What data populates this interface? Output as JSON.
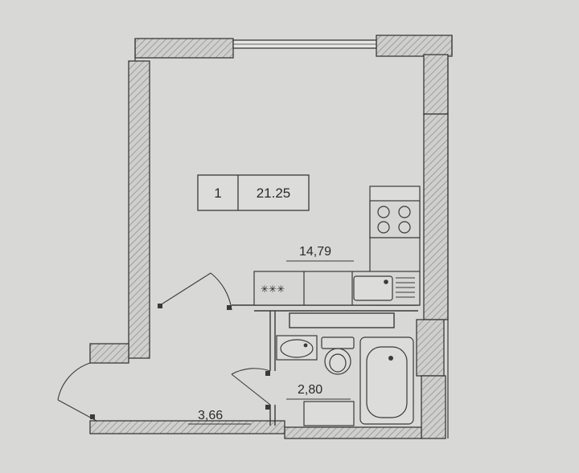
{
  "plan": {
    "unit_number": "1",
    "total_area": "21.25",
    "rooms": [
      {
        "id": "living",
        "area": "14,79"
      },
      {
        "id": "bathroom",
        "area": "2,80"
      },
      {
        "id": "hall",
        "area": "3,66"
      }
    ]
  },
  "colors": {
    "background": "#d6d6d4",
    "paper": "#d9d9d7",
    "wall_hatch": "#8a8a8a",
    "line": "#3a3a3a"
  }
}
